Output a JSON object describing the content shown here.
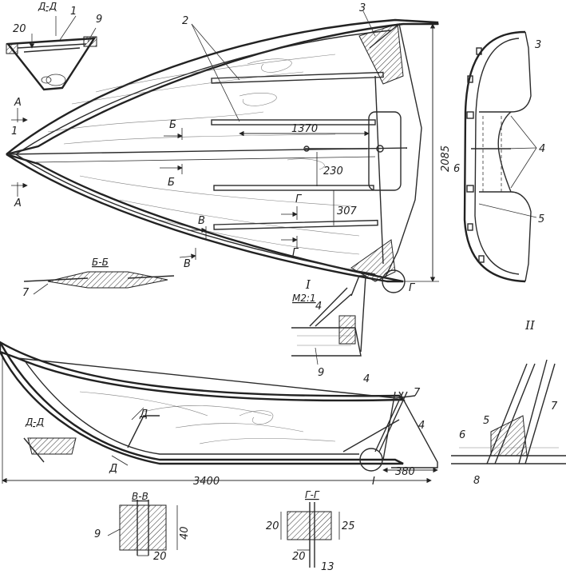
{
  "figure": {
    "part_numbers": {
      "p1_top": "1",
      "p1_left": "1",
      "p2": "2",
      "p3_top": "3",
      "p3_right": "3",
      "p4_view": "4",
      "p4_detail1": "4",
      "p4_side_a": "4",
      "p4_side_b": "4",
      "p5_view": "5",
      "p5_detail2": "5",
      "p6_view": "6",
      "p6_detail2": "6",
      "p7_bb": "7",
      "p7_side": "7",
      "p7_detail2": "7",
      "p8_detail2": "8",
      "p9_aa": "9",
      "p9_detail1": "9",
      "p9_vv": "9",
      "p13": "13"
    },
    "section_titles": {
      "aa": "Д-Д",
      "bb": "Б-Б",
      "dd": "Д-Д",
      "vv": "В-В",
      "gg": "Г-Г",
      "detail1": "I",
      "detail1_scale": "М2:1",
      "detail2": "II"
    },
    "cut_marks": {
      "a1": "А",
      "a2": "А",
      "b1": "Б",
      "b2": "Б",
      "v1": "В",
      "v2": "В",
      "g1": "Г",
      "g2": "Г",
      "g_detail": "Г",
      "d_side": "Д",
      "d_section": "Д",
      "i_mark": "I"
    },
    "dimensions": {
      "d1370": "1370",
      "d230": "230",
      "d307": "307",
      "d2085": "2085",
      "d3400": "3400",
      "d380": "380",
      "d20_aa": "20",
      "d40_vv": "40",
      "d20_vv": "20",
      "d20_gg_a": "20",
      "d20_gg_b": "20",
      "d25_gg": "25"
    }
  }
}
